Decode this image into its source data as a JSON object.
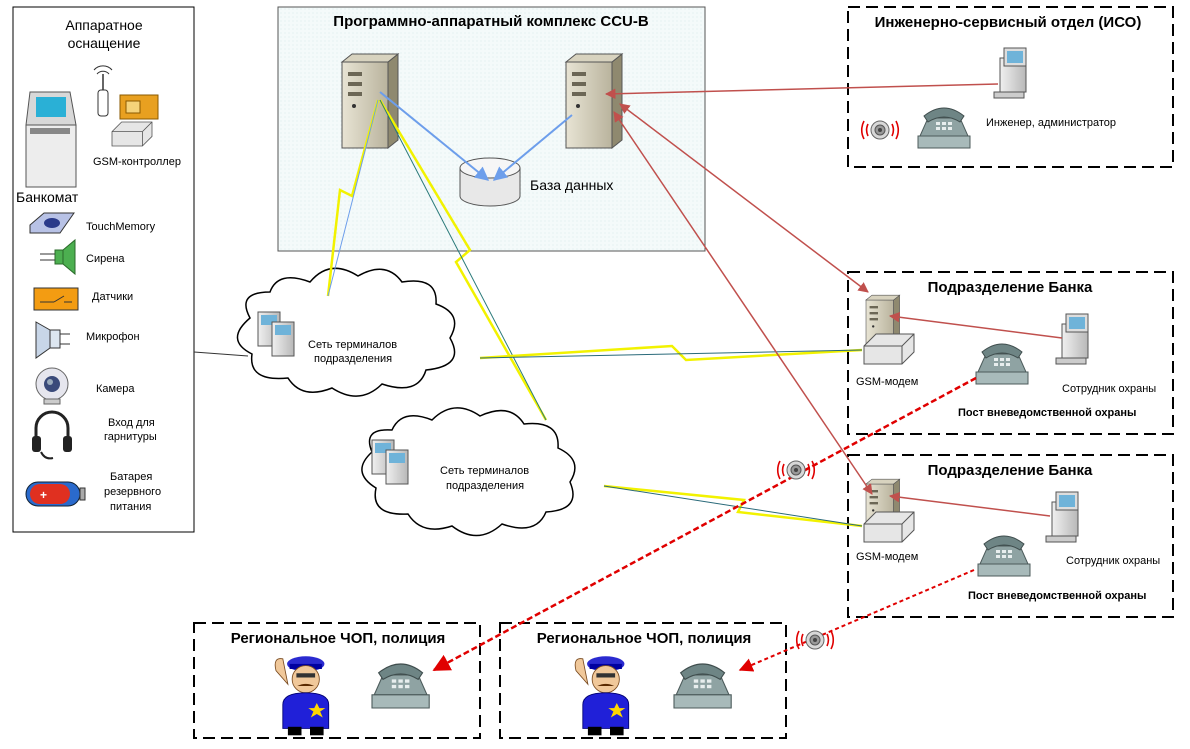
{
  "hardware": {
    "title_line1": "Аппаратное",
    "title_line2": "оснащение",
    "atm": "Банкомат",
    "gsm_controller": "GSM-контроллер",
    "touch_memory": "TouchMemory",
    "siren": "Сирена",
    "sensors": "Датчики",
    "microphone": "Микрофон",
    "camera": "Камера",
    "headset_line1": "Вход для",
    "headset_line2": "гарнитуры",
    "battery_line1": "Батарея",
    "battery_line2": "резервного",
    "battery_line3": "питания"
  },
  "complex": {
    "title": "Программно-аппаратный комплекс CCU-B",
    "database": "База данных"
  },
  "iso": {
    "title": "Инженерно-сервисный отдел (ИСО)",
    "engineer": "Инженер, администратор"
  },
  "terminals": [
    {
      "line1": "Сеть терминалов",
      "line2": "подразделения"
    },
    {
      "line1": "Сеть терминалов",
      "line2": "подразделения"
    }
  ],
  "branches": [
    {
      "title": "Подразделение Банка",
      "modem": "GSM-модем",
      "guard": "Сотрудник охраны",
      "post": "Пост вневедомственной охраны"
    },
    {
      "title": "Подразделение Банка",
      "modem": "GSM-модем",
      "guard": "Сотрудник охраны",
      "post": "Пост вневедомственной охраны"
    }
  ],
  "police": [
    {
      "title": "Региональное ЧОП, полиция"
    },
    {
      "title": "Региональное ЧОП, полиция"
    }
  ],
  "colors": {
    "red_link": "#c0504d",
    "blue_link": "#6d9eeb",
    "yellow_link": "#f2f200",
    "alarm_red": "#e00000"
  }
}
